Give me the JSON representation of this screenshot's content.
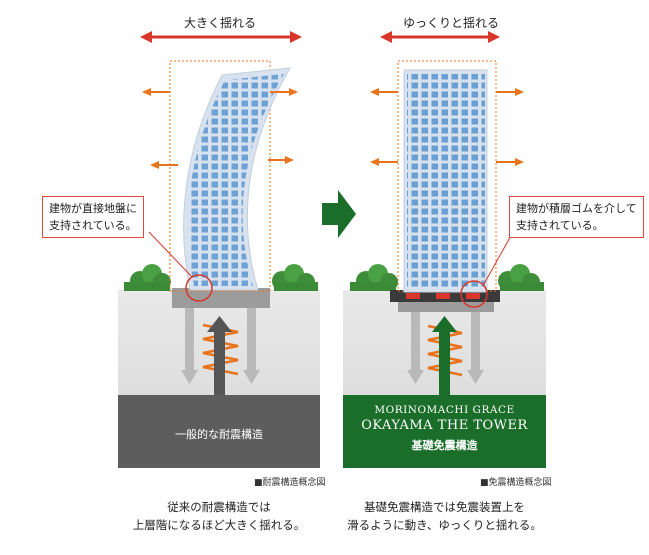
{
  "left": {
    "sway_label": "大きく揺れる",
    "callout": [
      "建物が直接地盤に",
      "支持されている。"
    ],
    "base_label": "一般的な耐震構造",
    "figure_caption": "■耐震構造概念図",
    "description": [
      "従来の耐震構造では",
      "上層階になるほど大きく揺れる。"
    ]
  },
  "right": {
    "sway_label": "ゆっくりと揺れる",
    "callout": [
      "建物が積層ゴムを介して",
      "支持されている。"
    ],
    "brand_line1": "MORINOMACHI GRACE",
    "brand_line2": "OKAYAMA THE TOWER",
    "base_label": "基礎免震構造",
    "figure_caption": "■免震構造概念図",
    "description": [
      "基礎免震構造では免震装置上を",
      "滑るように動き、ゆっくりと揺れる。"
    ]
  },
  "colors": {
    "red_arrow": "#d9362b",
    "orange_arrow": "#e8731c",
    "green": "#1a6e2a",
    "dark_gray": "#5a5a5a",
    "window_blue": "#6a9fd3",
    "building": "#d7e2ee"
  }
}
